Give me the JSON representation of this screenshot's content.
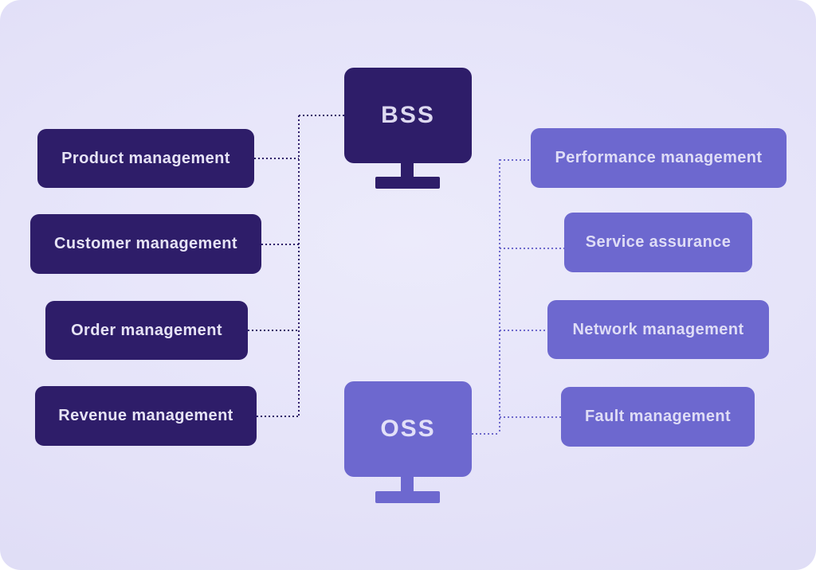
{
  "palette": {
    "dark_purple": "#2E1D69",
    "light_purple": "#6D68CF",
    "text_on_dark": "#E6E3F5",
    "text_on_light": "#DFDDF6",
    "connector_dark": "#2E1D69",
    "connector_light": "#6F6ACC",
    "background_center": "#ECEBFB",
    "background_edge": "#DCD9F4"
  },
  "bss_group": {
    "label": "BSS",
    "icon": "monitor-icon",
    "items": [
      {
        "label": "Product management"
      },
      {
        "label": "Customer management"
      },
      {
        "label": "Order management"
      },
      {
        "label": "Revenue management"
      }
    ]
  },
  "oss_group": {
    "label": "OSS",
    "icon": "monitor-icon",
    "items": [
      {
        "label": "Performance management"
      },
      {
        "label": "Service assurance"
      },
      {
        "label": "Network management"
      },
      {
        "label": "Fault management"
      }
    ]
  }
}
